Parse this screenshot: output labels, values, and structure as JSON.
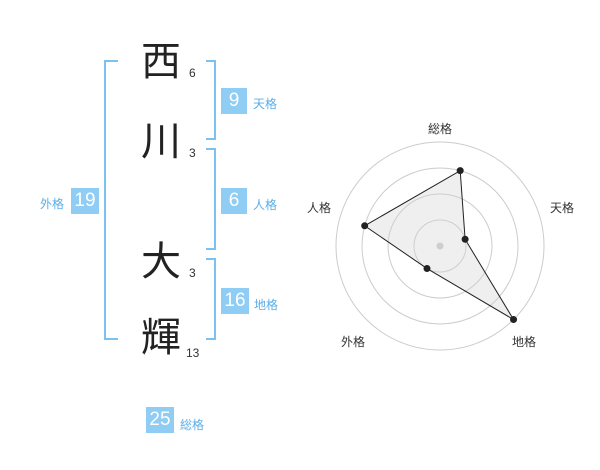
{
  "name": {
    "characters": [
      {
        "char": "西",
        "strokes": "6"
      },
      {
        "char": "川",
        "strokes": "3"
      },
      {
        "char": "大",
        "strokes": "3"
      },
      {
        "char": "輝",
        "strokes": "13"
      }
    ]
  },
  "fortunes": {
    "tenkaku": {
      "value": "9",
      "label": "天格"
    },
    "jinkaku": {
      "value": "6",
      "label": "人格"
    },
    "chikaku": {
      "value": "16",
      "label": "地格"
    },
    "gaikaku": {
      "value": "19",
      "label": "外格"
    },
    "soukaku": {
      "value": "25",
      "label": "総格"
    }
  },
  "colors": {
    "accent": "#8fcdf5",
    "bracket": "#7cc2f0",
    "label": "#5aaee8"
  },
  "chart_data": {
    "type": "radar",
    "axes": [
      "総格",
      "天格",
      "地格",
      "外格",
      "人格"
    ],
    "values": [
      0.75,
      0.25,
      1.0,
      0.25,
      0.75
    ],
    "max": 1.0,
    "rings": 4,
    "grid": true
  }
}
